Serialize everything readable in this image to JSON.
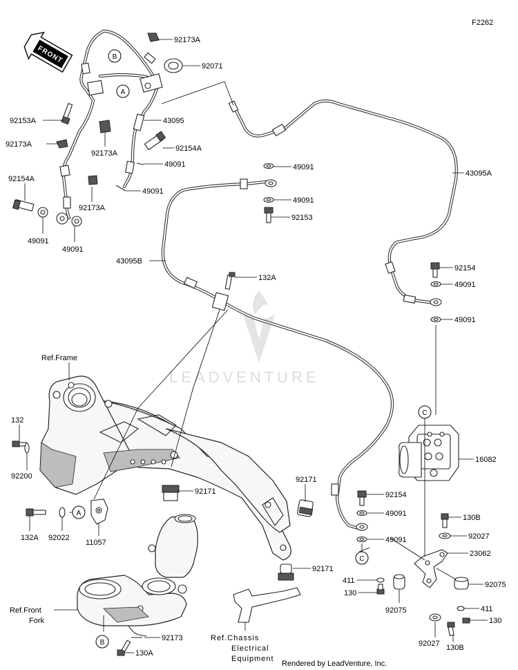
{
  "diagram_code": "F2262",
  "front_arrow_label": "FRONT",
  "watermark": "LEADVENTURE",
  "footer": "Rendered by LeadVenture, Inc.",
  "circle_refs": {
    "b_top": "B",
    "a_top": "A",
    "a_mid": "A",
    "c_abs": "C",
    "c_mid": "C",
    "b_bottom": "B"
  },
  "labels": {
    "p92173A_1": "92173A",
    "p92071": "92071",
    "p92153A": "92153A",
    "p43095": "43095",
    "p92173A_2": "92173A",
    "p92173A_3": "92173A",
    "p92154A_1": "92154A",
    "p49091_a": "49091",
    "p92154A_2": "92154A",
    "p92173A_4": "92173A",
    "p49091_b": "49091",
    "p49091_c": "49091",
    "p49091_d": "49091",
    "p49091_e": "49091",
    "p49091_f": "49091",
    "p92153": "92153",
    "p43095A": "43095A",
    "p43095B": "43095B",
    "p132A_1": "132A",
    "p92154_1": "92154",
    "p49091_g": "49091",
    "p49091_h": "49091",
    "ref_frame": "Ref.Frame",
    "p132": "132",
    "p92200": "92200",
    "p92171_1": "92171",
    "p92171_2": "92171",
    "p16082": "16082",
    "p132A_2": "132A",
    "p92022": "92022",
    "p11057": "11057",
    "p92154_2": "92154",
    "p49091_i": "49091",
    "p49091_j": "49091",
    "p130B_1": "130B",
    "p92027_1": "92027",
    "p23062": "23062",
    "p92171_3": "92171",
    "p411_1": "411",
    "p130_1": "130",
    "p92075_1": "92075",
    "p92075_2": "92075",
    "p411_2": "411",
    "p130_2": "130",
    "ref_front_fork_1": "Ref.Front",
    "ref_front_fork_2": "Fork",
    "p92173": "92173",
    "ref_chassis_1": "Ref.Chassis",
    "ref_chassis_2": "Electrical",
    "ref_chassis_3": "Equipment",
    "p130A": "130A",
    "p92027_2": "92027",
    "p130B_2": "130B"
  }
}
